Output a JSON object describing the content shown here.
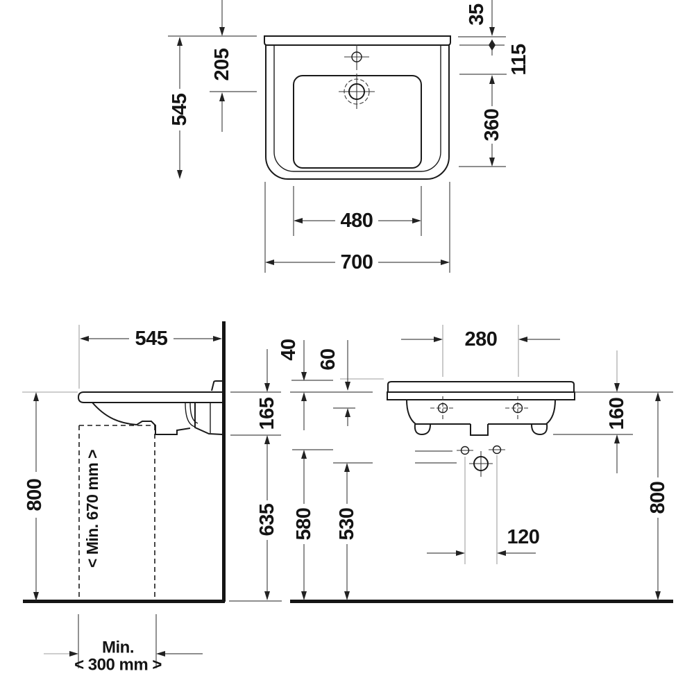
{
  "drawing": {
    "type": "technical-dimension-drawing",
    "subject": "wall-mounted washbasin, three orthographic views",
    "unit": "mm",
    "plan": {
      "d545": "545",
      "d205": "205",
      "d35": "35",
      "d115": "115",
      "d360": "360",
      "d480": "480",
      "d700": "700"
    },
    "side": {
      "d545": "545",
      "d800": "800",
      "d40": "40",
      "d165": "165",
      "d635": "635",
      "min670": "< Min. 670 mm >",
      "min_word": "Min.",
      "min300": "< 300 mm >"
    },
    "front": {
      "d280": "280",
      "d60": "60",
      "d160": "160",
      "d800": "800",
      "d580": "580",
      "d530": "530",
      "d120": "120"
    },
    "colors": {
      "line": "#1a1a1a",
      "dim": "#4a4a4a",
      "hairline": "#9e9e9e",
      "background": "#ffffff"
    }
  }
}
